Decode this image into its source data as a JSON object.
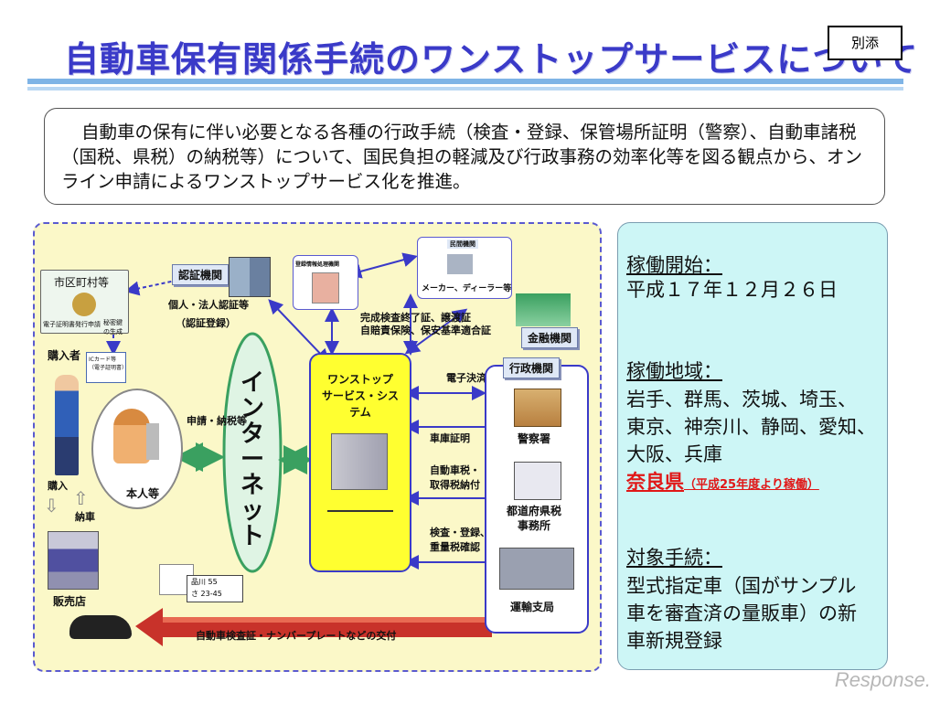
{
  "header": {
    "title": "自動車保有関係手続のワンストップサービスについて",
    "badge": "別添"
  },
  "intro": {
    "text": "自動車の保有に伴い必要となる各種の行政手続（検査・登録、保管場所証明（警察）、自動車諸税（国税、県税）の納税等）について、国民負担の軽減及び行政事務の効率化等を図る観点から、オンライン申請によるワンストップサービス化を推進。"
  },
  "diagram": {
    "municipality": "市区町村等",
    "cert_issue": "電子証明書発行申請",
    "secret_key": "秘密鍵の生成",
    "buyer": "購入者",
    "ic_card": "ICカード等（電子証明書）",
    "self": "本人等",
    "purchase": "購入",
    "delivery": "納車",
    "dealer": "販売店",
    "apply": "申請・納税等",
    "internet": "インターネット",
    "auth_org": "認証機関",
    "auth_detail": "個人・法人認証等",
    "auth_reg": "（認証登録）",
    "reg_org": "登録情報処理機関",
    "private_org": "民間機関",
    "maker": "メーカー、ディーラー等",
    "private_info": "完成検査終了証、譲渡証\n自賠責保険、保安基準適合証",
    "finance": "金融機関",
    "one_stop": "ワンストップ\nサービス・システム",
    "e_payment": "電子決済",
    "garage_cert": "車庫証明",
    "car_tax": "自動車税・\n取得税納付",
    "inspection": "検査・登録、\n重量税確認",
    "gov_org": "行政機関",
    "police": "警察署",
    "pref_tax": "都道府県税\n事務所",
    "transport": "運輸支局",
    "plate1": "品川 55",
    "plate2": "さ 23-45",
    "delivery_arrow": "自動車検査証・ナンバープレートなどの交付"
  },
  "info": {
    "start_h": "稼働開始：",
    "start_v": "平成１７年１２月２６日",
    "area_h": "稼働地域：",
    "area_v1": "岩手、群馬、茨城、埼玉、",
    "area_v2": "東京、神奈川、静岡、愛知、",
    "area_v3": "大阪、兵庫",
    "nara": "奈良県",
    "nara_note": "（平成25年度より稼働）",
    "proc_h": "対象手続：",
    "proc_v1": "型式指定車（国がサンプル",
    "proc_v2": "車を審査済の量販車）の新",
    "proc_v3": "車新規登録"
  },
  "watermark": "Response.",
  "colors": {
    "title": "#3a3ac8",
    "diagram_bg": "#fbf8c8",
    "info_bg": "#cdf6f6",
    "arrow_blue": "#3a3ac8",
    "arrow_green": "#3aa060",
    "highlight_red": "#e01818"
  }
}
